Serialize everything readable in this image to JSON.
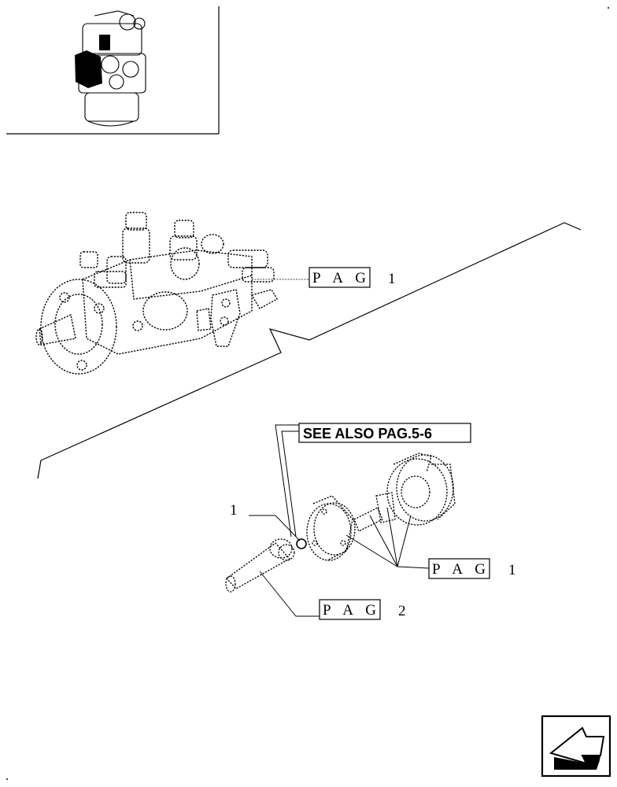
{
  "callouts": {
    "top_pag_word": "P A G",
    "top_pag_num": "1",
    "see_also": "SEE ALSO PAG.5-6",
    "item_number": "1",
    "right_pag_word": "P A G",
    "right_pag_num": "1",
    "bottom_pag_word": "P A G",
    "bottom_pag_num": "2"
  },
  "icons": {
    "thumbnail": "engine-thumbnail-icon",
    "pump": "injection-pump-drawing",
    "next": "next-page-arrow-icon"
  }
}
